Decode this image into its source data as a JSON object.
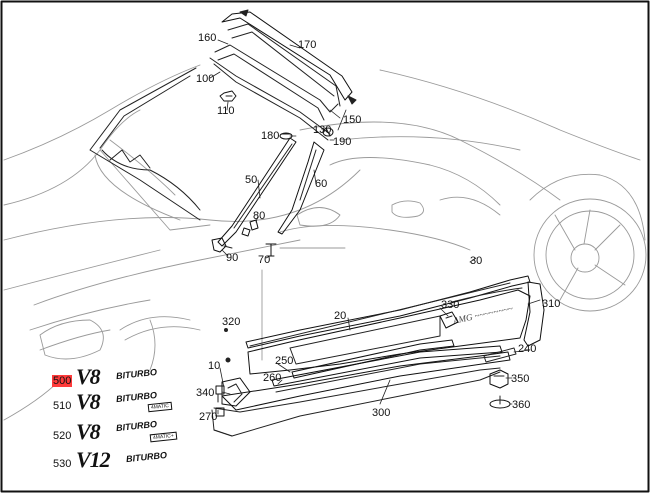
{
  "diagram": {
    "line_color": "#222222",
    "highlight_color": "#ff3b3b",
    "callouts": {
      "c160": "160",
      "c170": "170",
      "c100": "100",
      "c110": "110",
      "c150": "150",
      "c130": "130",
      "c180": "180",
      "c190": "190",
      "c50": "50",
      "c60": "60",
      "c80": "80",
      "c90": "90",
      "c70": "70",
      "c30": "30",
      "c20": "20",
      "c330": "330",
      "c310": "310",
      "c320": "320",
      "c240": "240",
      "c10": "10",
      "c250": "250",
      "c260": "260",
      "c350": "350",
      "c340": "340",
      "c360": "360",
      "c270": "270",
      "c300": "300",
      "c500": "500",
      "c510": "510",
      "c520": "520",
      "c530": "530"
    },
    "emblems": {
      "e500_main": "V8",
      "e500_sub": "BITURBO",
      "e510_main": "V8",
      "e510_sub": "BITURBO",
      "e510_tag": "4MATIC",
      "e520_main": "V8",
      "e520_sub": "BITURBO",
      "e520_tag": "4MATIC+",
      "e530_main": "V12",
      "e530_sub": "BITURBO"
    }
  }
}
